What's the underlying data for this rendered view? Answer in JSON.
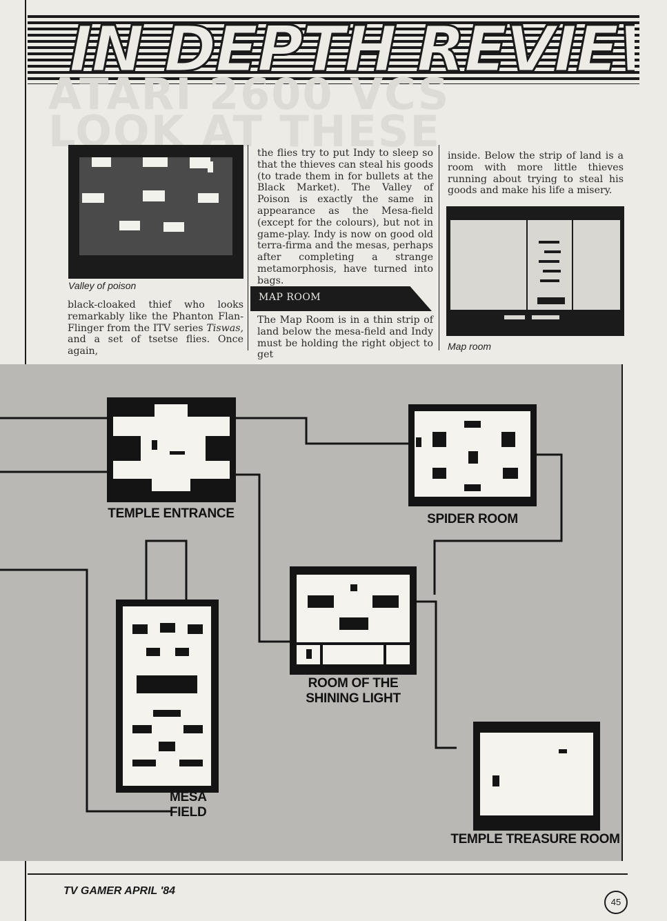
{
  "header": {
    "title": "IN DEPTH REVIEW"
  },
  "background_ghost_text": [
    "ATARI 2600 VCS",
    "LOOK AT THESE PRICES!"
  ],
  "article": {
    "col1_caption": "Valley of poison",
    "col1_text_before_italic": "black-cloaked thief who looks remarkably like the Phanton Flan-Flinger from the ITV series ",
    "col1_italic": "Tiswas,",
    "col1_text_after_italic": " and a set of tsetse flies. Once again,",
    "col2_text": "the flies try to put Indy to sleep so that the thieves can steal his goods (to trade them in for bullets at the Black Market). The Valley of Poison is exactly the same in appearance as the Mesa-field (except for the colours), but not in game-play. Indy is now on good old terra-firma and the mesas, perhaps after completing a strange metamorphosis, have turned into bags.",
    "section_heading": "MAP ROOM",
    "col2_text_after_heading": "The Map Room is in a thin strip of land below the mesa-field and Indy must be holding the right object to get",
    "col3_text": "inside. Below the strip of land is a room with more little thieves running about trying to steal his goods and make his life a misery.",
    "col3_caption": "Map room"
  },
  "map": {
    "rooms": [
      {
        "id": "temple-entrance",
        "label": "TEMPLE ENTRANCE"
      },
      {
        "id": "spider-room",
        "label": "SPIDER ROOM"
      },
      {
        "id": "room-of-shining-light",
        "label_line1": "ROOM OF THE",
        "label_line2": "SHINING LIGHT"
      },
      {
        "id": "mesa-field",
        "label": "MESA FIELD"
      },
      {
        "id": "temple-treasure-room",
        "label": "TEMPLE TREASURE ROOM"
      }
    ]
  },
  "footer": {
    "publication": "TV GAMER APRIL '84",
    "page_number": "45"
  },
  "colors": {
    "ink": "#1b1b1b",
    "paper": "#ecebe6",
    "map_background": "#b9b8b4"
  }
}
